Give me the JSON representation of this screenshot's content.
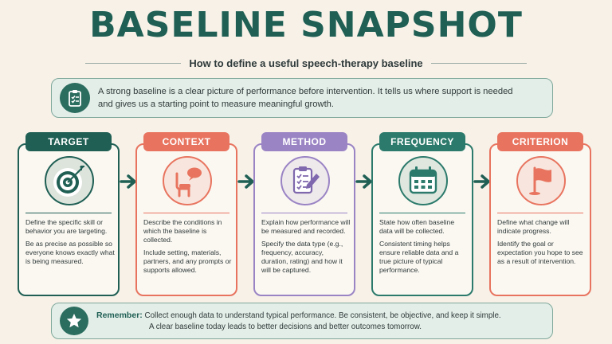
{
  "title": "BASELINE SNAPSHOT",
  "subtitle": "How to define a useful speech-therapy baseline",
  "intro": {
    "line1": "A strong baseline is a clear picture of performance before intervention. It tells us where support is needed",
    "line2": "and gives us a starting point to measure meaningful growth.",
    "icon": "clipboard-checklist-icon"
  },
  "cards": [
    {
      "label": "TARGET",
      "icon": "target-bullseye-icon",
      "color": "#1f5f54",
      "paragraphs": [
        "Define the specific skill or behavior you are targeting.",
        "Be as precise as possible so everyone knows exactly what is being measured."
      ]
    },
    {
      "label": "CONTEXT",
      "icon": "chair-speech-bubble-icon",
      "color": "#e8745f",
      "paragraphs": [
        "Describe the conditions in which the baseline is collected.",
        "Include setting, materials, partners, and any prompts or supports allowed."
      ]
    },
    {
      "label": "METHOD",
      "icon": "clipboard-pencil-icon",
      "color": "#9a84c4",
      "paragraphs": [
        "Explain how performance will be measured and recorded.",
        "Specify the data type (e.g., frequency, accuracy, duration, rating) and how it will be captured."
      ]
    },
    {
      "label": "FREQUENCY",
      "icon": "calendar-icon",
      "color": "#2b7a6b",
      "paragraphs": [
        "State how often baseline data will be collected.",
        "Consistent timing helps ensure reliable data and a true picture of typical performance."
      ]
    },
    {
      "label": "CRITERION",
      "icon": "flag-icon",
      "color": "#e8745f",
      "paragraphs": [
        "Define what change will indicate progress.",
        "Identify the goal or expectation you hope to see as a result of intervention."
      ]
    }
  ],
  "remember": {
    "lead": "Remember:",
    "line1": "Collect enough data to understand typical performance. Be consistent, be objective, and keep it simple.",
    "line2": "A clear baseline today leads to better decisions and better outcomes tomorrow.",
    "icon": "star-icon"
  },
  "colors": {
    "primary": "#1f5f54",
    "coral": "#e8745f",
    "lavender": "#9a84c4",
    "teal": "#2b7a6b",
    "background": "#f7f1e8"
  }
}
